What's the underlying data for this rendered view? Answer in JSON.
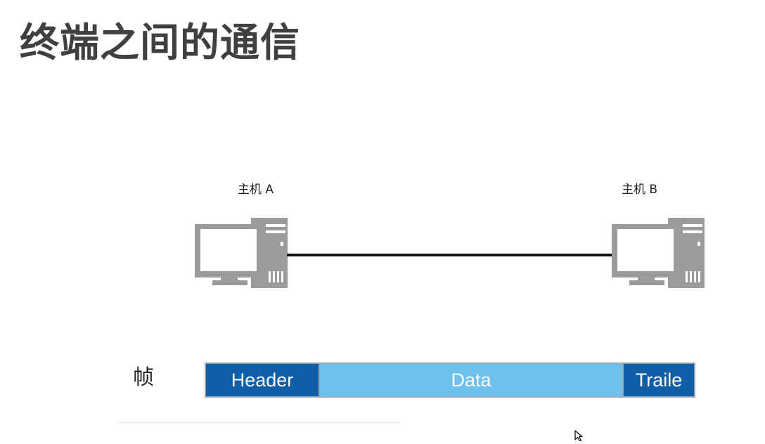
{
  "title": "终端之间的通信",
  "hosts": {
    "a": {
      "label": "主机 A",
      "icon": "desktop-computer-icon"
    },
    "b": {
      "label": "主机 B",
      "icon": "desktop-computer-icon"
    }
  },
  "frame": {
    "label": "帧",
    "segments": {
      "header": "Header",
      "data": "Data",
      "trailer": "Traile"
    }
  },
  "colors": {
    "title": "#404040",
    "computer": "#9b9b9b",
    "link": "#111111",
    "header_segment": "#0f5fa8",
    "data_segment": "#6ec0ee",
    "trailer_segment": "#0f5fa8"
  }
}
